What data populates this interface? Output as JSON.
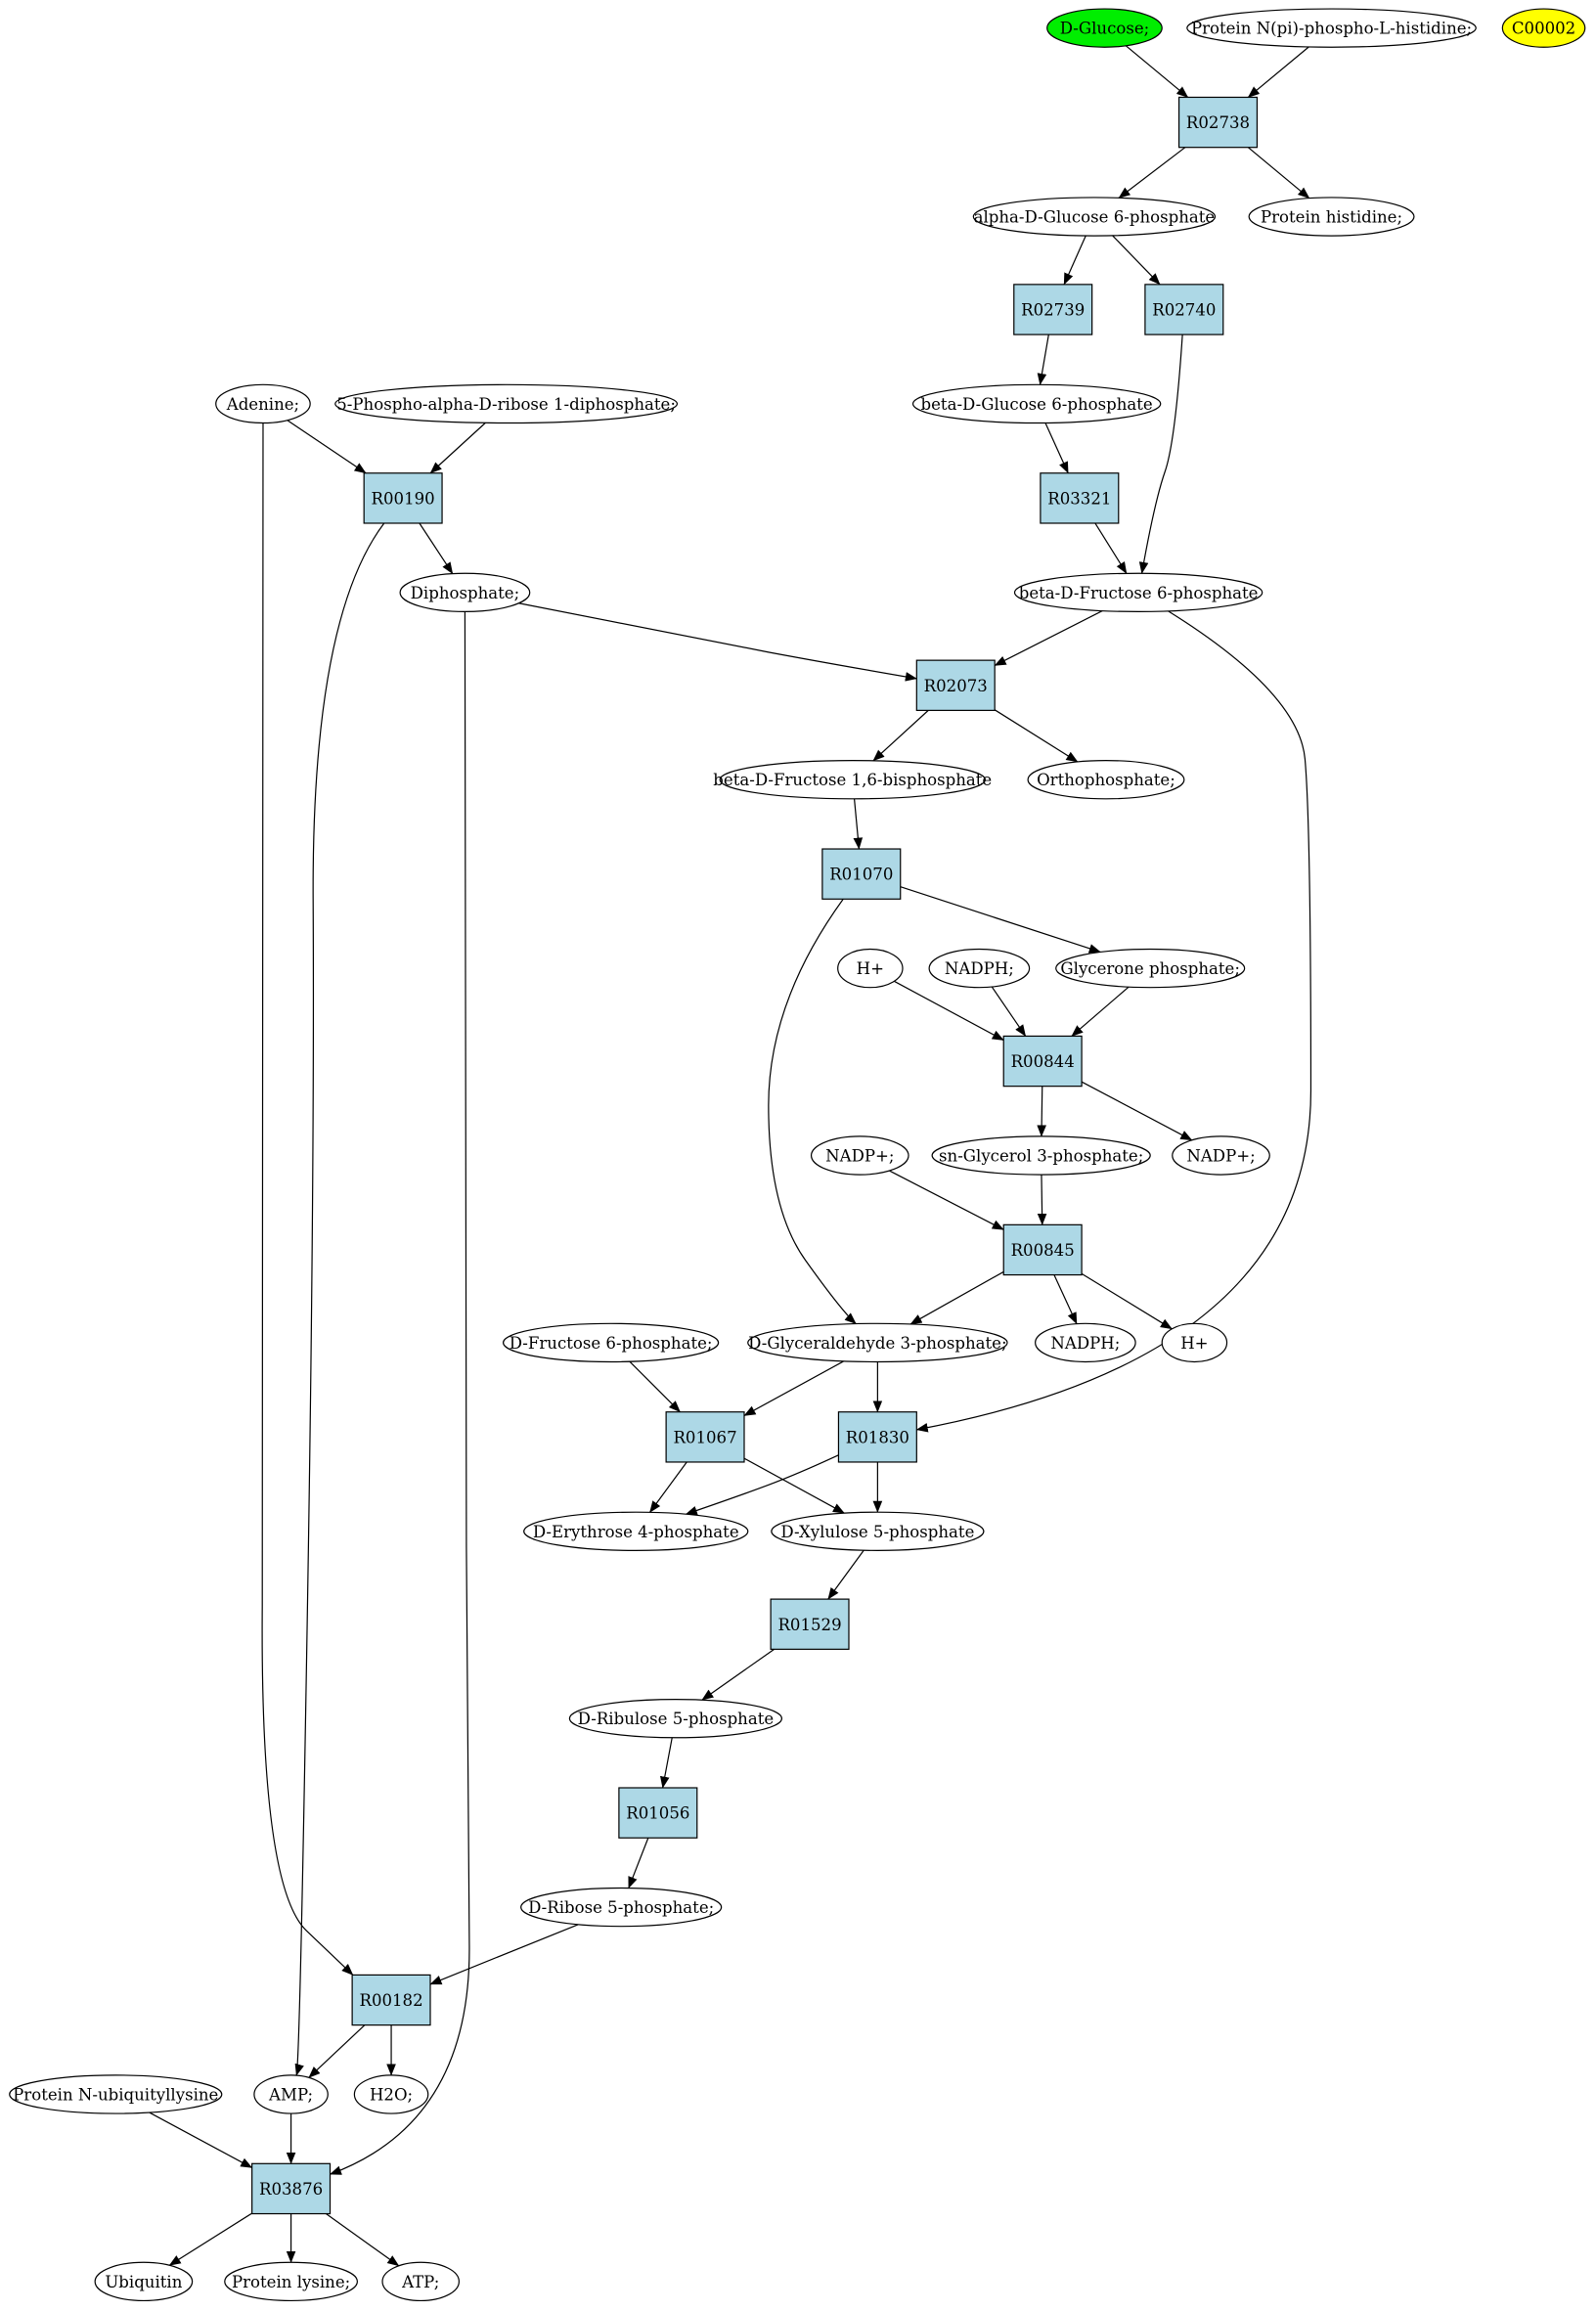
{
  "colors": {
    "reaction_fill": "#add8e6",
    "compound_fill": "#ffffff",
    "start_fill": "#00ee00",
    "highlight_fill": "#ffff00",
    "stroke": "#000000"
  },
  "reactions": {
    "R02738": "R02738",
    "R02739": "R02739",
    "R02740": "R02740",
    "R00190": "R00190",
    "R03321": "R03321",
    "R02073": "R02073",
    "R01070": "R01070",
    "R00844": "R00844",
    "R00845": "R00845",
    "R01067": "R01067",
    "R01830": "R01830",
    "R01529": "R01529",
    "R01056": "R01056",
    "R00182": "R00182",
    "R03876": "R03876"
  },
  "compounds": {
    "glucose": "D-Glucose;",
    "phospho_his": "Protein N(pi)-phospho-L-histidine;",
    "c00002": "C00002",
    "ag6p": "alpha-D-Glucose 6-phosphate",
    "prot_his": "Protein histidine;",
    "adenine": "Adenine;",
    "prpp": "5-Phospho-alpha-D-ribose 1-diphosphate;",
    "bg6p": "beta-D-Glucose 6-phosphate",
    "diphosphate": "Diphosphate;",
    "bf6p": "beta-D-Fructose 6-phosphate",
    "f16bp": "beta-D-Fructose 1,6-bisphosphate",
    "orthophosphate": "Orthophosphate;",
    "hplus1": "H+",
    "nadph1": "NADPH;",
    "dhap": "Glycerone phosphate;",
    "nadp_a": "NADP+;",
    "g3p_sn": "sn-Glycerol 3-phosphate;",
    "nadp_b": "NADP+;",
    "df6p": "D-Fructose 6-phosphate;",
    "gap": "D-Glyceraldehyde 3-phosphate;",
    "nadph2": "NADPH;",
    "hplus2": "H+",
    "e4p": "D-Erythrose 4-phosphate",
    "x5p": "D-Xylulose 5-phosphate",
    "ru5p": "D-Ribulose 5-phosphate",
    "r5p": "D-Ribose 5-phosphate;",
    "ub_lys": "Protein N-ubiquityllysine",
    "amp": "AMP;",
    "h2o": "H2O;",
    "ubiquitin": "Ubiquitin",
    "prot_lys": "Protein lysine;",
    "atp": "ATP;"
  }
}
